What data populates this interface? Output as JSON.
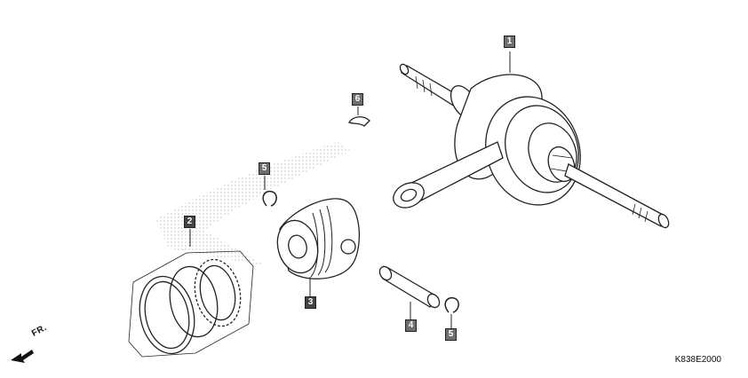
{
  "diagram": {
    "parts": [
      {
        "ref": "1",
        "label": "1"
      },
      {
        "ref": "2",
        "label": "2"
      },
      {
        "ref": "3",
        "label": "3"
      },
      {
        "ref": "4",
        "label": "4"
      },
      {
        "ref": "5a",
        "label": "5"
      },
      {
        "ref": "5b",
        "label": "5"
      },
      {
        "ref": "6",
        "label": "6"
      }
    ],
    "direction_label": "FR.",
    "drawing_code": "K838E2000"
  },
  "colors": {
    "ink": "#222222",
    "callout_fill": "#6e6e6e",
    "background": "#ffffff"
  }
}
